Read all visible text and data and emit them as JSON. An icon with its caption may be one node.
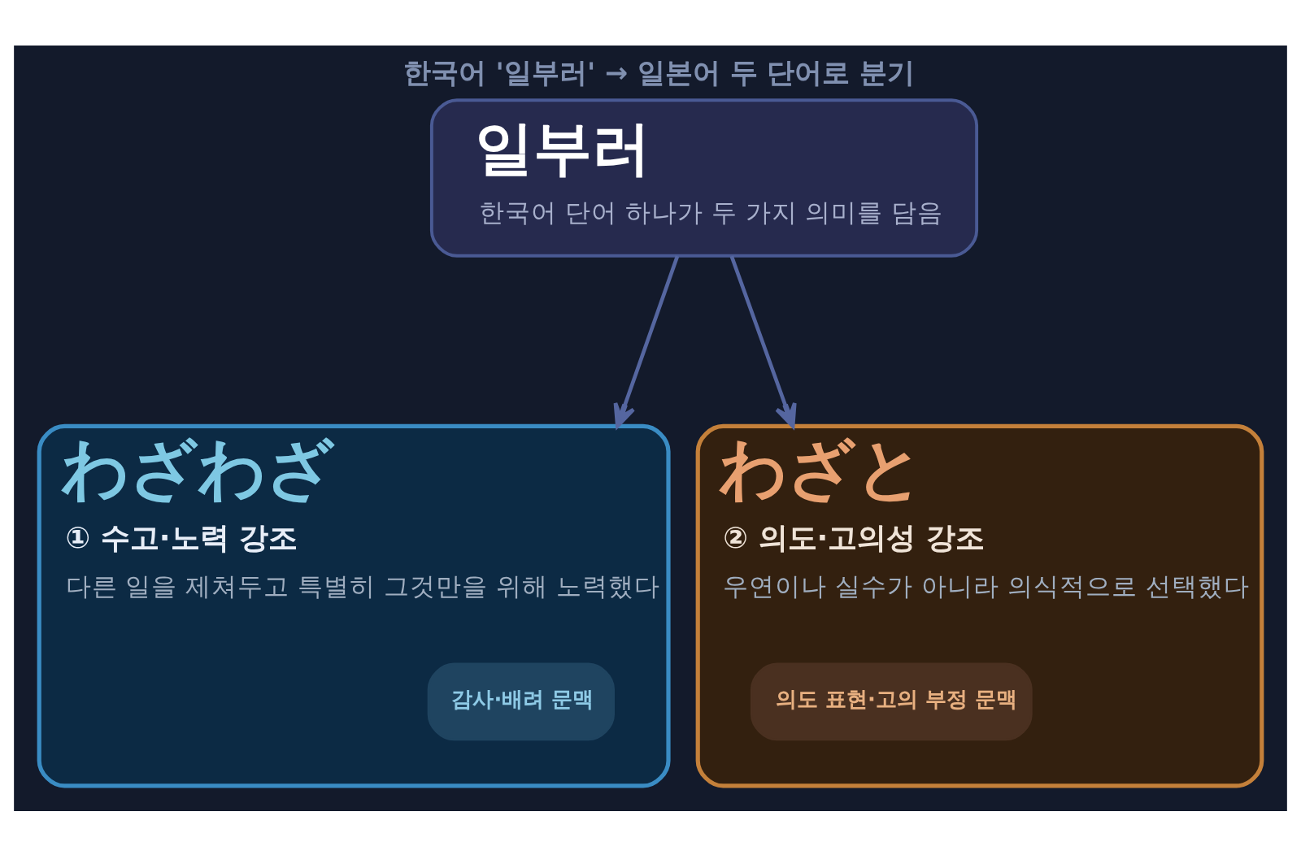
{
  "diagram": {
    "title": "한국어 '일부러' → 일본어 두 단어로 분기",
    "nodes": [
      {
        "text": [
          "일부러",
          "한국어 단어 하나가 두 가지 의미를 담음"
        ]
      },
      {
        "text": [
          "わざわざ",
          "① 수고·노력 강조",
          "다른 일을 제쳐두고 특별히 그것만을 위해 노력했다"
        ]
      },
      {
        "text": [
          "감사·배려 문맥"
        ],
        "in": 1
      },
      {
        "text": [
          "わざと",
          "② 의도·고의성 강조",
          "우연이나 실수가 아니라 의식적으로 선택했다"
        ]
      },
      {
        "text": [
          "의도 표현·고의 부정 문맥"
        ],
        "in": 3
      }
    ],
    "edges": [
      {
        "from": 0,
        "to": 1,
        "arrow": "to"
      },
      {
        "from": 0,
        "to": 3,
        "arrow": "to"
      }
    ]
  }
}
